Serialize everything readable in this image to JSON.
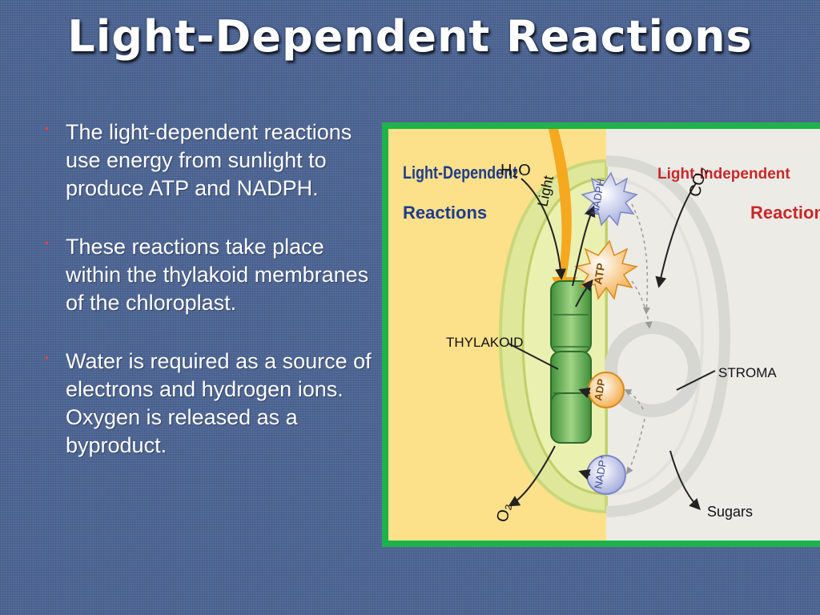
{
  "title": "Light-Dependent Reactions",
  "bullets": [
    {
      "text": "The light-dependent reactions use energy from sunlight to produce ATP and NADPH."
    },
    {
      "text": "These reactions take place within the thylakoid membranes of the chloroplast."
    },
    {
      "text": "Water is required as a source of electrons and hydrogen ions. Oxygen is released as a byproduct."
    }
  ],
  "bullet_glyph": "•",
  "figure": {
    "left_heading_line1": "Light-Dependent",
    "left_heading_line2": "Reactions",
    "right_heading_line1": "Light-Independent",
    "right_heading_line2": "Reactions",
    "h2o": "H₂O",
    "light": "Light",
    "co2": "CO₂",
    "nadph": "NADPH",
    "atp": "ATP",
    "adp": "ADP",
    "nadp": "NADP⁺",
    "thylakoid": "THYLAKOID",
    "stroma": "STROMA",
    "o2": "O₂",
    "sugars": "Sugars"
  },
  "colors": {
    "background": "#4d6594",
    "frame": "#1db34a",
    "left_panel": "#fde08a",
    "right_panel": "#ecebe6",
    "left_heading": "#1f3b8c",
    "right_heading": "#c8282b",
    "bullet": "#e8433a"
  }
}
